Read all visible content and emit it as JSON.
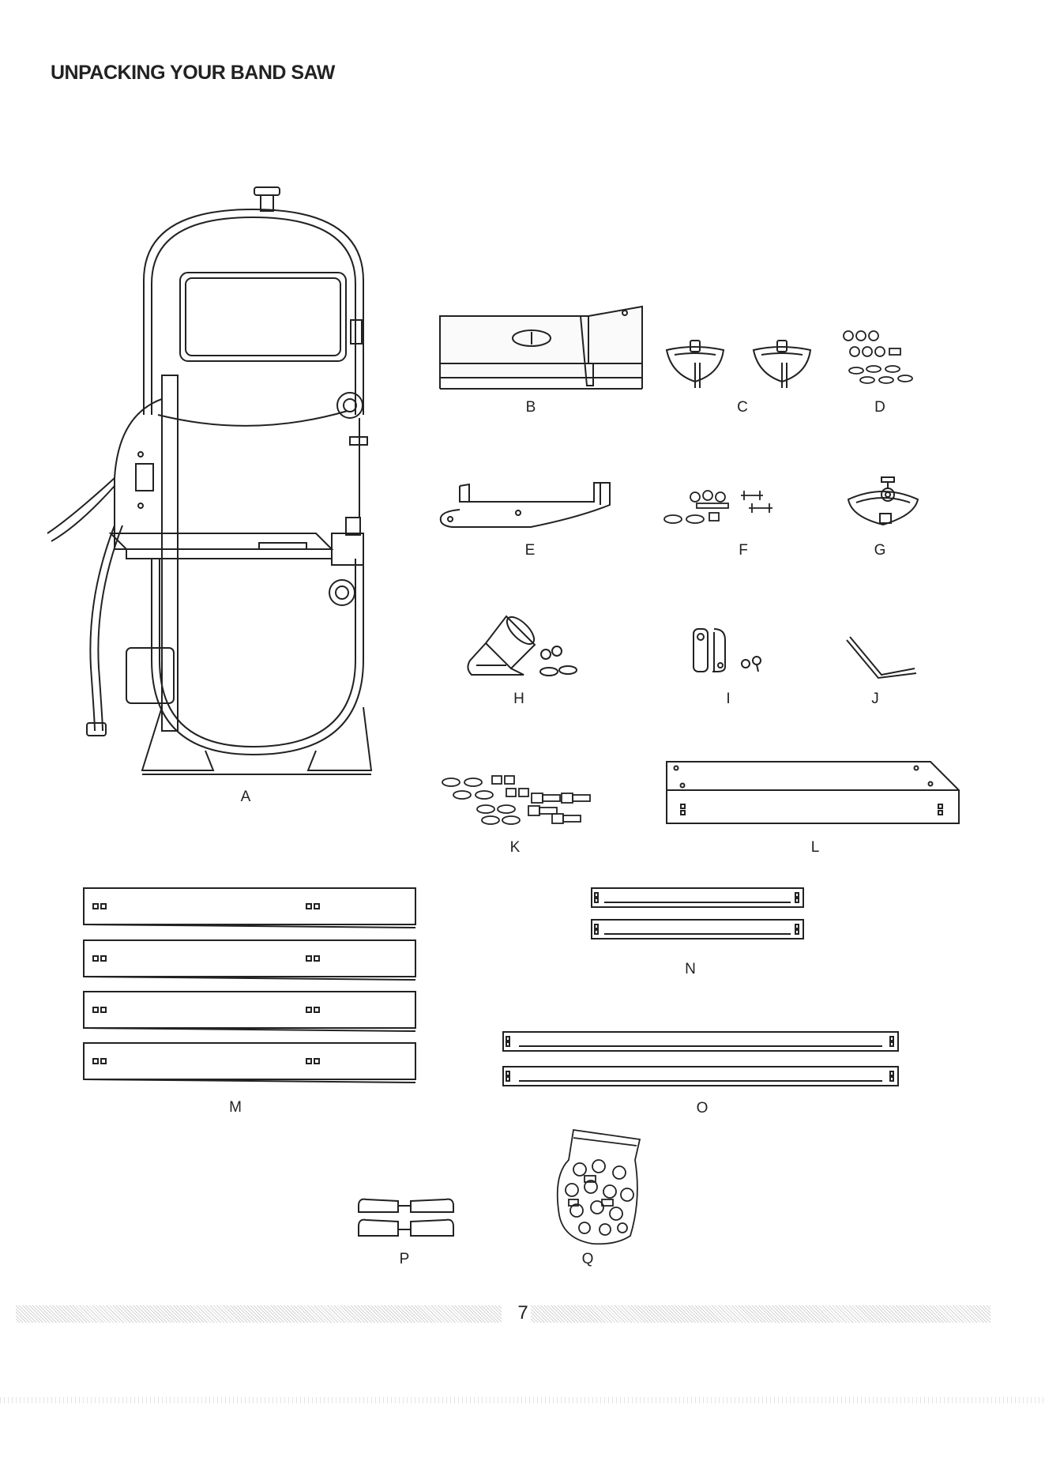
{
  "page": {
    "title": "UNPACKING YOUR BAND SAW",
    "page_number": "7"
  },
  "parts": {
    "A": "A",
    "B": "B",
    "C": "C",
    "D": "D",
    "E": "E",
    "F": "F",
    "G": "G",
    "H": "H",
    "I": "I",
    "J": "J",
    "K": "K",
    "L": "L",
    "M": "M",
    "N": "N",
    "O": "O",
    "P": "P",
    "Q": "Q"
  }
}
